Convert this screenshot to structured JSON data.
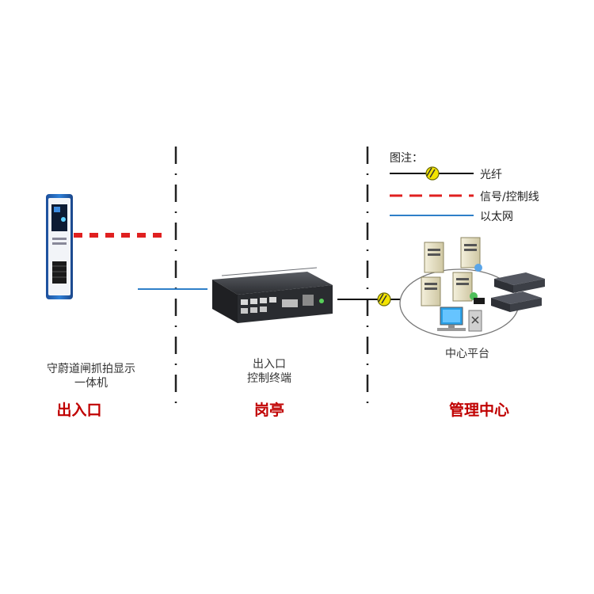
{
  "legend": {
    "title": "图注：",
    "fiber": "光纤",
    "signal": "信号/控制线",
    "network": "以太网"
  },
  "devices": {
    "gate_camera": "守蔚道闸抓拍显示\n一体机",
    "controller": "出入口\n控制终端",
    "platform": "中心平台"
  },
  "zones": {
    "entrance": "出入口",
    "booth": "岗亭",
    "center": "管理中心"
  },
  "colors": {
    "signal_line": "#e02020",
    "network_line": "#2f7fc8",
    "fiber_line": "#111111",
    "zone_text": "#c00000",
    "fiber_icon": "#f3e400"
  }
}
